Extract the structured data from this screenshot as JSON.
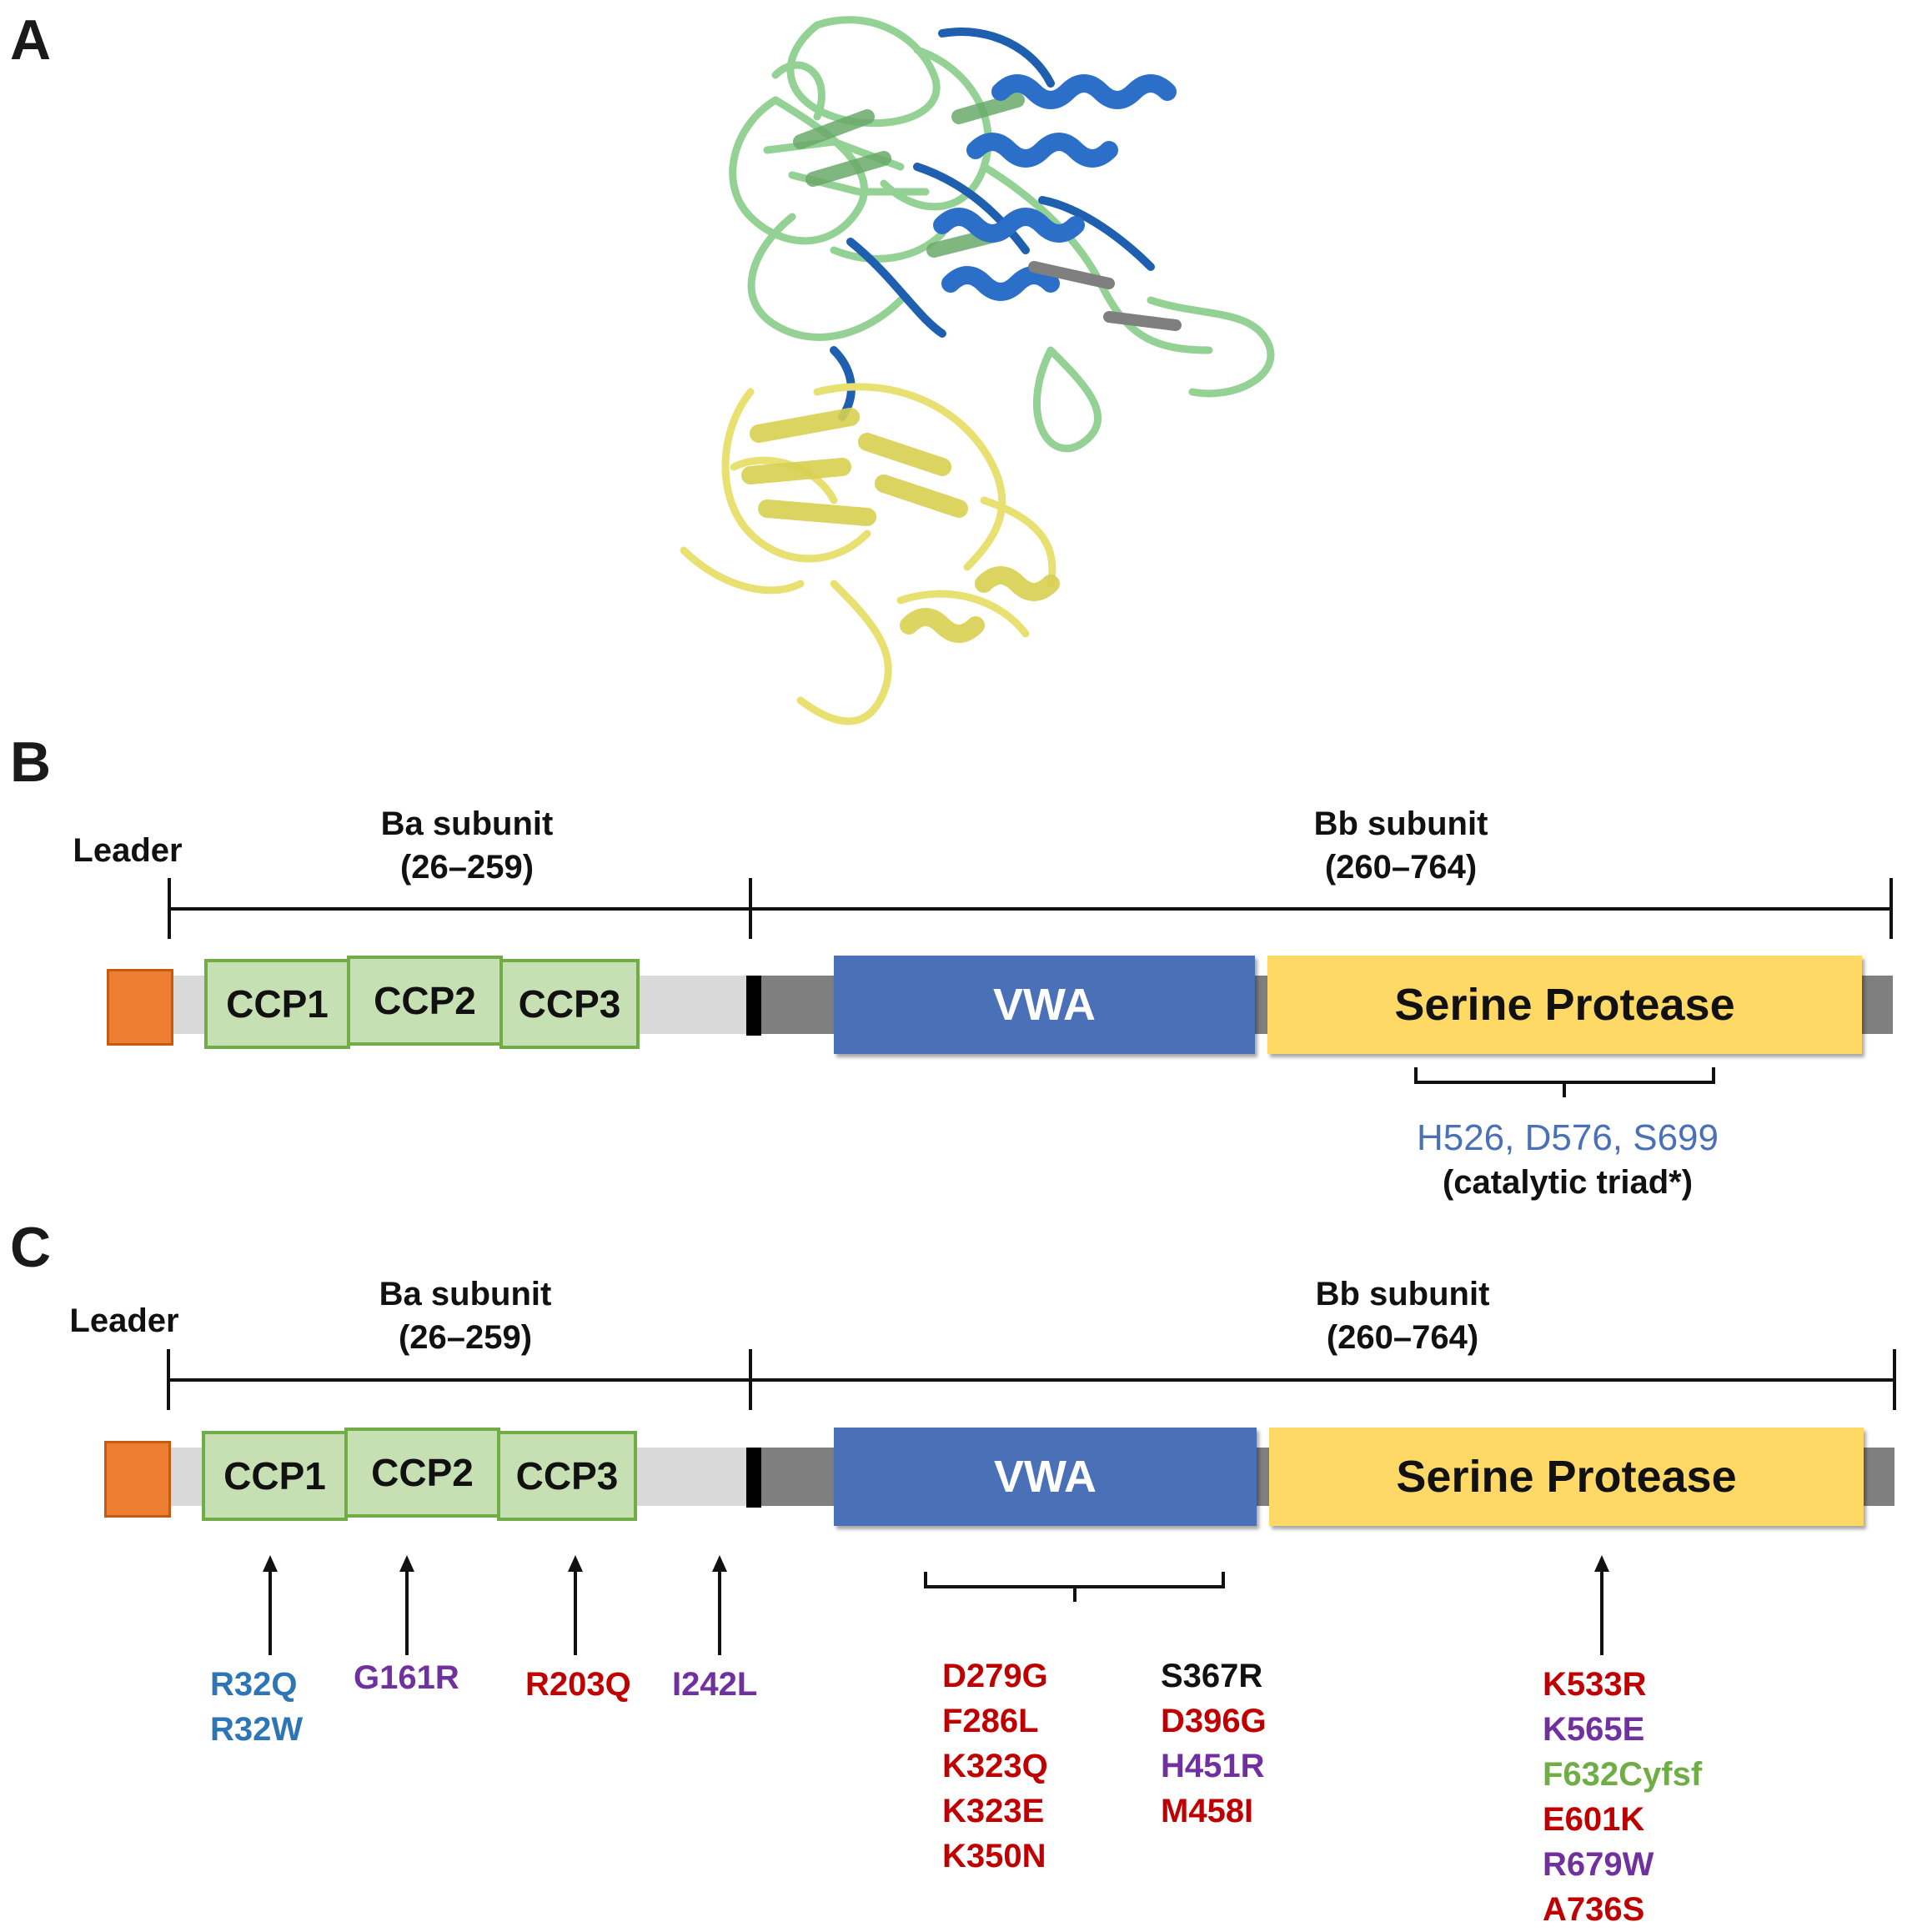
{
  "panels": {
    "a": "A",
    "b": "B",
    "c": "C"
  },
  "colors": {
    "leader": "#ed7d31",
    "ccp_fill": "#c6e0b4",
    "ccp_border": "#70ad47",
    "vwa": "#4a70b8",
    "serine_protease": "#ffd966",
    "linker_light": "#d9d9d9",
    "linker_dark": "#7f7f7f",
    "blue_text": "#2e75b6",
    "purple_text": "#7030a0",
    "red_text": "#c00000",
    "green_text": "#70ad47",
    "black_text": "#111111"
  },
  "structure_image": {
    "description_icon": "protein-ribbon-structure-icon"
  },
  "panel_b": {
    "leader_label": "Leader",
    "ba_subunit": "Ba subunit",
    "ba_range": "(26–259)",
    "bb_subunit": "Bb subunit",
    "bb_range": "(260–764)",
    "domains": {
      "ccp1": "CCP1",
      "ccp2": "CCP2",
      "ccp3": "CCP3",
      "vwa": "VWA",
      "serine_protease": "Serine Protease"
    },
    "catalytic_residues": "H526, D576, S699",
    "catalytic_label": "(catalytic triad*)"
  },
  "panel_c": {
    "leader_label": "Leader",
    "ba_subunit": "Ba subunit",
    "ba_range": "(26–259)",
    "bb_subunit": "Bb subunit",
    "bb_range": "(260–764)",
    "domains": {
      "ccp1": "CCP1",
      "ccp2": "CCP2",
      "ccp3": "CCP3",
      "vwa": "VWA",
      "serine_protease": "Serine Protease"
    },
    "mutations": {
      "ccp1": [
        {
          "text": "R32Q",
          "color": "#2e75b6"
        },
        {
          "text": "R32W",
          "color": "#2e75b6"
        }
      ],
      "ccp2": [
        {
          "text": "G161R",
          "color": "#7030a0"
        }
      ],
      "ccp3": [
        {
          "text": "R203Q",
          "color": "#c00000"
        }
      ],
      "linker": [
        {
          "text": "I242L",
          "color": "#7030a0"
        }
      ],
      "vwa_left": [
        {
          "text": "D279G",
          "color": "#c00000"
        },
        {
          "text": "F286L",
          "color": "#c00000"
        },
        {
          "text": "K323Q",
          "color": "#c00000"
        },
        {
          "text": "K323E",
          "color": "#c00000"
        },
        {
          "text": "K350N",
          "color": "#c00000"
        }
      ],
      "vwa_right": [
        {
          "text": "S367R",
          "color": "#111111"
        },
        {
          "text": "D396G",
          "color": "#c00000"
        },
        {
          "text": "H451R",
          "color": "#7030a0"
        },
        {
          "text": "M458I",
          "color": "#c00000"
        }
      ],
      "serine_protease": [
        {
          "text": "K533R",
          "color": "#c00000"
        },
        {
          "text": "K565E",
          "color": "#7030a0"
        },
        {
          "text": "F632Cyfsf",
          "color": "#70ad47"
        },
        {
          "text": "E601K",
          "color": "#c00000"
        },
        {
          "text": "R679W",
          "color": "#7030a0"
        },
        {
          "text": "A736S",
          "color": "#c00000"
        }
      ]
    }
  }
}
